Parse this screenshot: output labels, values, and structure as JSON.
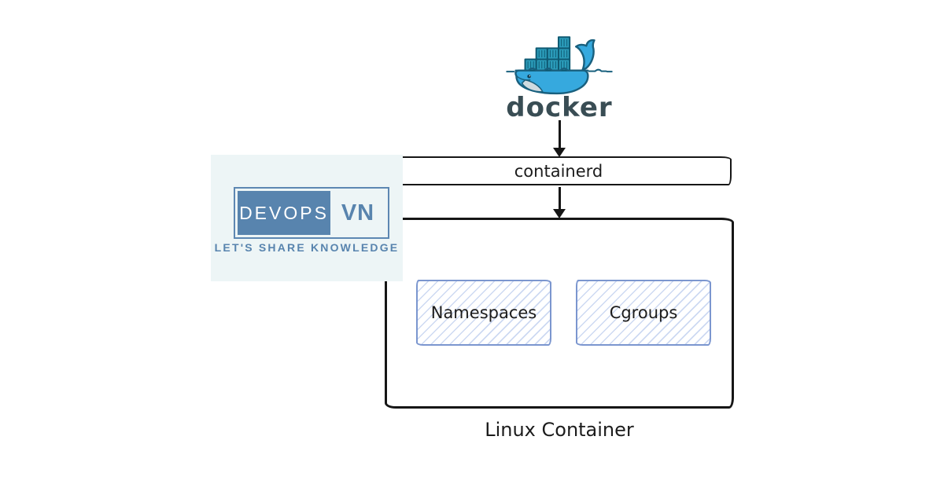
{
  "diagram": {
    "docker": {
      "wordmark": "docker"
    },
    "containerd": {
      "label": "containerd"
    },
    "linux_container": {
      "label": "Linux Container",
      "children": {
        "namespaces": {
          "label": "Namespaces"
        },
        "cgroups": {
          "label": "Cgroups"
        }
      }
    }
  },
  "logo_panel": {
    "brand_primary": "DEVOPS",
    "brand_secondary": "VN",
    "tagline": "LET'S SHARE KNOWLEDGE"
  },
  "colors": {
    "whale_blue": "#36A9DE",
    "container_teal": "#2B9CBA",
    "outline_dark": "#19607E",
    "wordmark_gray": "#394D54",
    "devops_blue": "#5884AE",
    "panel_bg": "#EDF5F6",
    "hatch_border": "#7B96CF",
    "hatch_line": "#CDD9F2",
    "ink_black": "#161616"
  }
}
